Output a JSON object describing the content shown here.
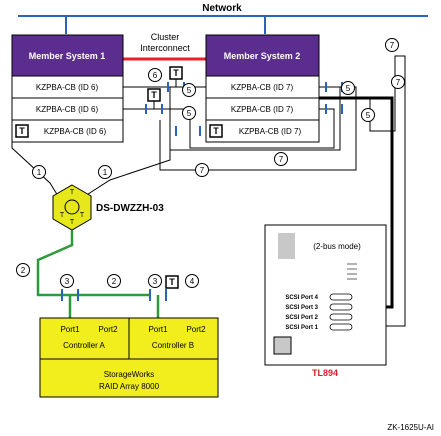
{
  "network": {
    "label": "Network"
  },
  "cluster": {
    "line1": "Cluster",
    "line2": "Interconnect"
  },
  "member1": {
    "title": "Member System 1",
    "adapter1": "KZPBA-CB (ID 6)",
    "adapter2": "KZPBA-CB (ID 6)",
    "adapter3": "KZPBA-CB (ID 6)"
  },
  "member2": {
    "title": "Member System 2",
    "adapter1": "KZPBA-CB (ID 7)",
    "adapter2": "KZPBA-CB (ID 7)",
    "adapter3": "KZPBA-CB (ID 7)"
  },
  "terminator": {
    "letter": "T"
  },
  "hub": {
    "label": "DS-DWZZH-03"
  },
  "callouts": {
    "c1": "1",
    "c2": "2",
    "c3": "3",
    "c4": "4",
    "c5": "5",
    "c6": "6",
    "c7": "7"
  },
  "tl894": {
    "name": "TL894",
    "mode": "(2-bus mode)",
    "ports": [
      "SCSI Port 4",
      "SCSI Port 3",
      "SCSI Port 2",
      "SCSI Port 1"
    ]
  },
  "raid": {
    "ctrl_a": {
      "port1": "Port1",
      "port2": "Port2",
      "name": "Controller A"
    },
    "ctrl_b": {
      "port1": "Port1",
      "port2": "Port2",
      "name": "Controller B"
    },
    "line1": "StorageWorks",
    "line2": "RAID Array 8000"
  },
  "figure_id": "ZK-1625U-AI",
  "colors": {
    "purple": "#5b2d8e",
    "yellow": "#f2ee1e",
    "hub_yellow": "#e6e81c",
    "red": "#e8202a",
    "green": "#2e9a3c",
    "blue": "#2a63b8",
    "tl894_red": "#d8202a"
  }
}
